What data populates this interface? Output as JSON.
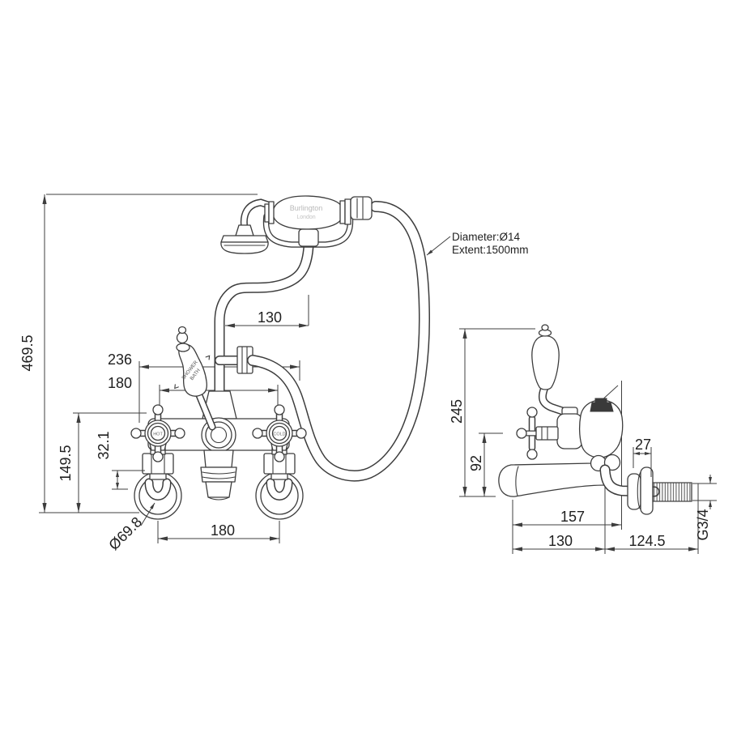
{
  "front_view": {
    "dims": {
      "overall_height": "469.5",
      "riser_offset": "130",
      "body_width": "236",
      "handle_centres": "180",
      "base_height": "149.5",
      "union_offset": "32.1",
      "flange_diameter": "Ø69.8",
      "wall_centres": "180"
    }
  },
  "side_view": {
    "dims": {
      "overall_height": "245",
      "spout_height": "92",
      "flange_depth": "27",
      "spout_reach": "157",
      "wall_to_centre": "130",
      "tail_length": "124.5",
      "thread_size": "G3/4"
    }
  },
  "hose_note": {
    "diameter": "Diameter:Ø14",
    "extent": "Extent:1500mm"
  },
  "handset": {
    "brand_line1": "Burlington",
    "brand_line2": "London"
  },
  "diverter_lever": {
    "label_line1": "SHOWER",
    "label_line2": "BATH"
  },
  "handles": {
    "hot_badge": "HOT",
    "cold_badge": "COLD"
  },
  "colors": {
    "line": "#3d3d3d",
    "dim_text": "#1f1f1f",
    "brand_text": "#b9b9b9",
    "background": "#ffffff"
  }
}
